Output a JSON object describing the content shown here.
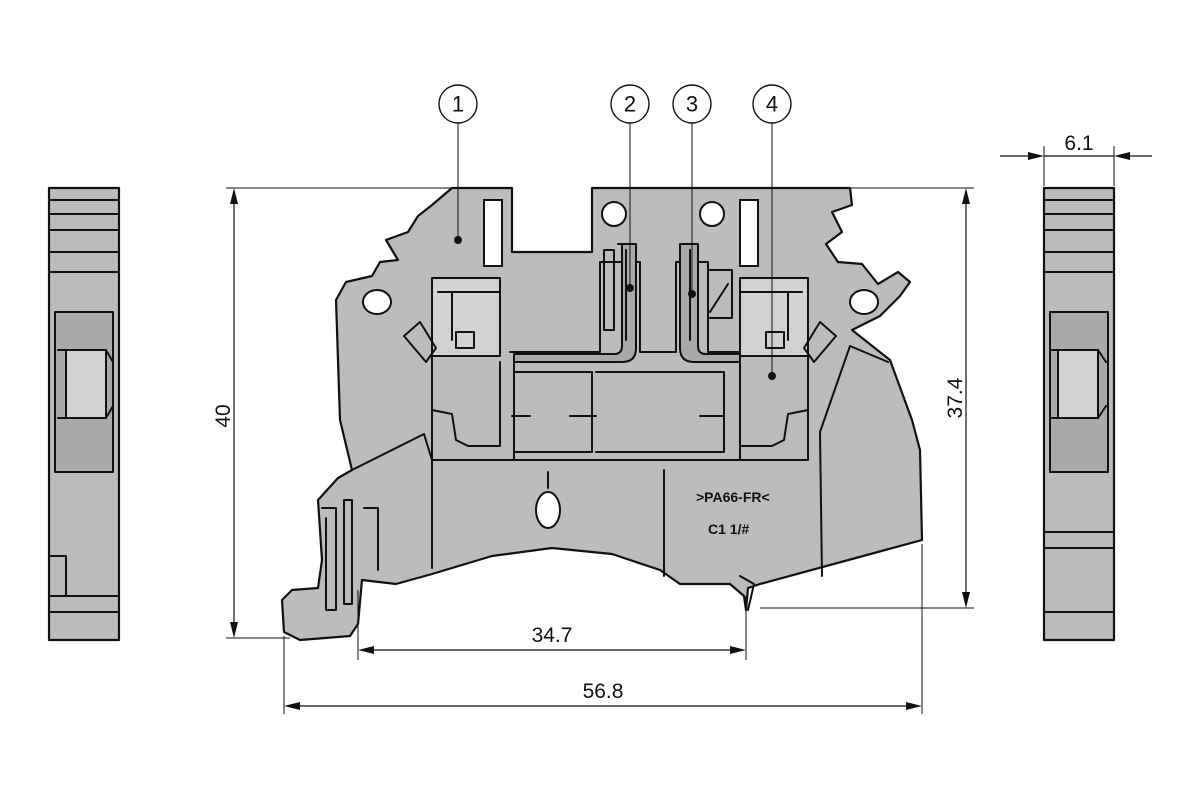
{
  "dimensions": {
    "height_total": "40",
    "height_rail": "37.4",
    "width_total": "56.8",
    "width_inner": "34.7",
    "thickness": "6.1"
  },
  "callouts": [
    "1",
    "2",
    "3",
    "4"
  ],
  "markings": {
    "material": ">PA66-FR<",
    "class": "C1 1/#"
  }
}
